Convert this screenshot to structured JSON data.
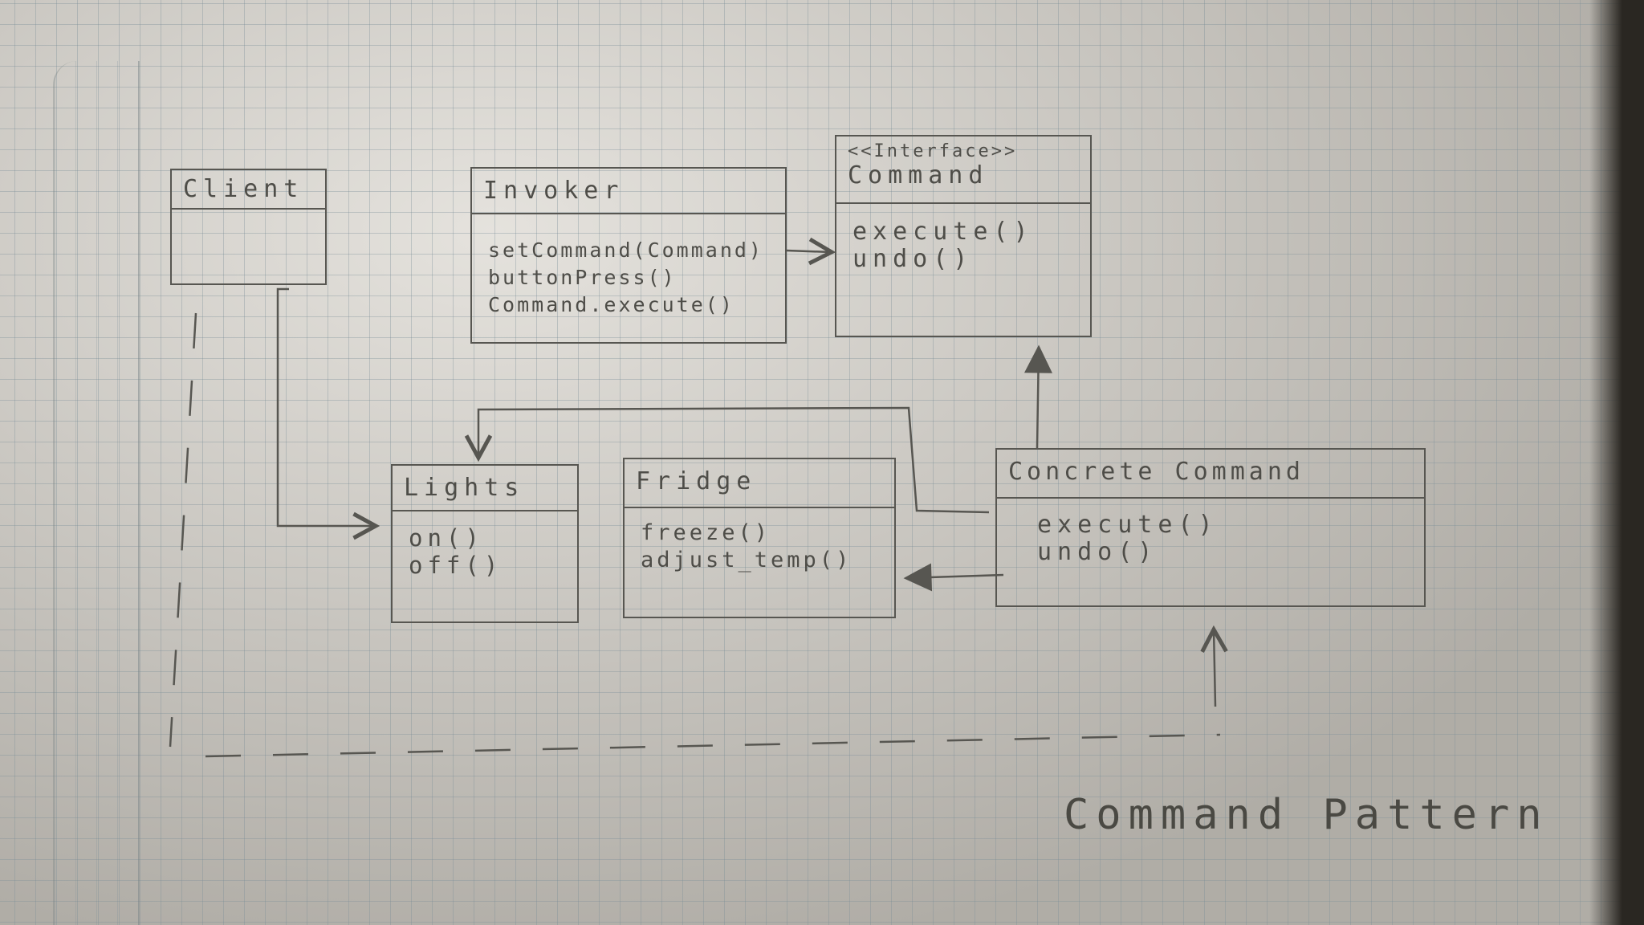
{
  "diagram_title": "Command Pattern",
  "classes": {
    "client": {
      "name": "Client",
      "operations": []
    },
    "invoker": {
      "name": "Invoker",
      "operations": [
        "setCommand(Command)",
        "buttonPress()",
        "Command.execute()"
      ]
    },
    "command": {
      "stereotype": "<<Interface>>",
      "name": "Command",
      "operations": [
        "execute()",
        "undo()"
      ]
    },
    "lights": {
      "name": "Lights",
      "operations": [
        "on()",
        "off()"
      ]
    },
    "fridge": {
      "name": "Fridge",
      "operations": [
        "freeze()",
        "adjust_temp()"
      ]
    },
    "concrete_command": {
      "name": "Concrete Command",
      "operations": [
        "execute()",
        "undo()"
      ]
    }
  },
  "relationships": [
    {
      "from": "Invoker",
      "to": "Command",
      "kind": "association"
    },
    {
      "from": "Client",
      "to": "Lights",
      "kind": "association"
    },
    {
      "from": "Concrete Command",
      "to": "Command",
      "kind": "realization"
    },
    {
      "from": "Concrete Command",
      "to": "Lights",
      "kind": "association"
    },
    {
      "from": "Concrete Command",
      "to": "Fridge",
      "kind": "association"
    },
    {
      "from": "Client",
      "to": "Concrete Command",
      "kind": "dependency"
    }
  ],
  "colors": {
    "paper": "#d7d3cb",
    "pencil": "#575651",
    "grid": "#788c96"
  }
}
